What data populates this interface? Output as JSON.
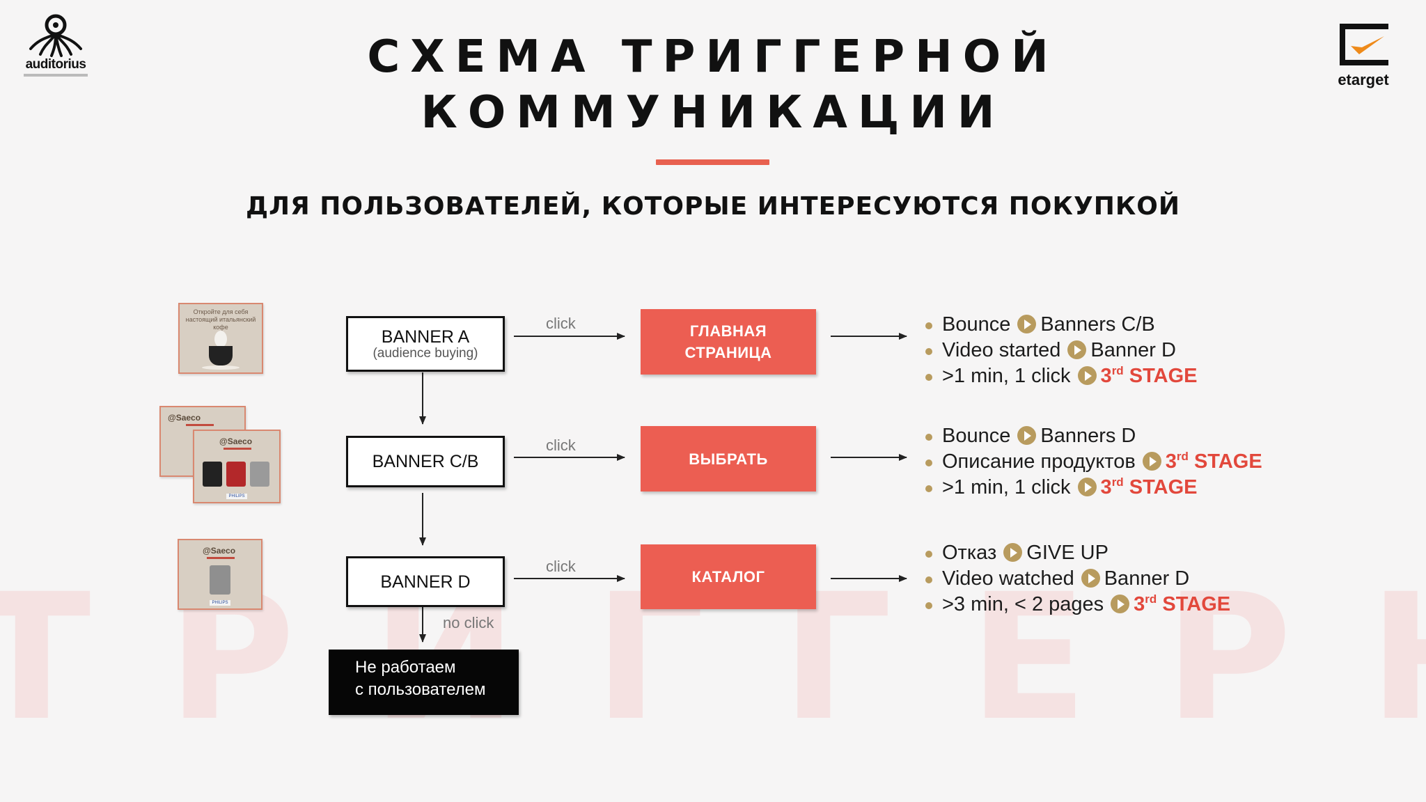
{
  "header": {
    "title_line1": "СХЕМА ТРИГГЕРНОЙ",
    "title_line2": "КОММУНИКАЦИИ",
    "subtitle": "ДЛЯ ПОЛЬЗОВАТЕЛЕЙ, КОТОРЫЕ ИНТЕРЕСУЮТСЯ ПОКУПКОЙ"
  },
  "logos": {
    "left": "auditorius",
    "right": "etarget"
  },
  "watermark": "ТРИГГЕРНАЯ",
  "thumbnails": {
    "banner_a_text": "Откройте для себя настоящий итальянский кофе",
    "brand": "@Saeco",
    "small_brand": "PHILIPS"
  },
  "flow": {
    "banner_a": {
      "label": "BANNER A",
      "sub": "(audience buying)"
    },
    "banner_cb": {
      "label": "BANNER C/B"
    },
    "banner_d": {
      "label": "BANNER D"
    },
    "click_label": "click",
    "no_click_label": "no click",
    "dead_end": {
      "line1": "Не работаем",
      "line2": "с пользователем"
    },
    "pages": {
      "main": {
        "line1": "ГЛАВНАЯ",
        "line2": "СТРАНИЦА"
      },
      "choose": "ВЫБРАТЬ",
      "catalog": "КАТАЛОГ"
    }
  },
  "results": {
    "row1": [
      {
        "cond": "Bounce",
        "target": "Banners C/B"
      },
      {
        "cond": "Video started",
        "target": "Banner D"
      },
      {
        "cond": ">1 min, 1 click",
        "stage_num": "3",
        "stage_sup": "rd",
        "stage_word": "STAGE"
      }
    ],
    "row2": [
      {
        "cond": "Bounce",
        "target": "Banners D"
      },
      {
        "cond": "Описание продуктов",
        "stage_num": "3",
        "stage_sup": "rd",
        "stage_word": "STAGE"
      },
      {
        "cond": ">1 min, 1 click",
        "stage_num": "3",
        "stage_sup": "rd",
        "stage_word": "STAGE"
      }
    ],
    "row3": [
      {
        "cond": "Отказ",
        "target": "GIVE UP"
      },
      {
        "cond": "Video watched",
        "target": "Banner D"
      },
      {
        "cond": ">3 min, < 2 pages",
        "stage_num": "3",
        "stage_sup": "rd",
        "stage_word": "STAGE"
      }
    ]
  },
  "colors": {
    "accent": "#e8604f",
    "page_box": "#ec5e52",
    "stage": "#e2483c",
    "play": "#b89b5e"
  }
}
